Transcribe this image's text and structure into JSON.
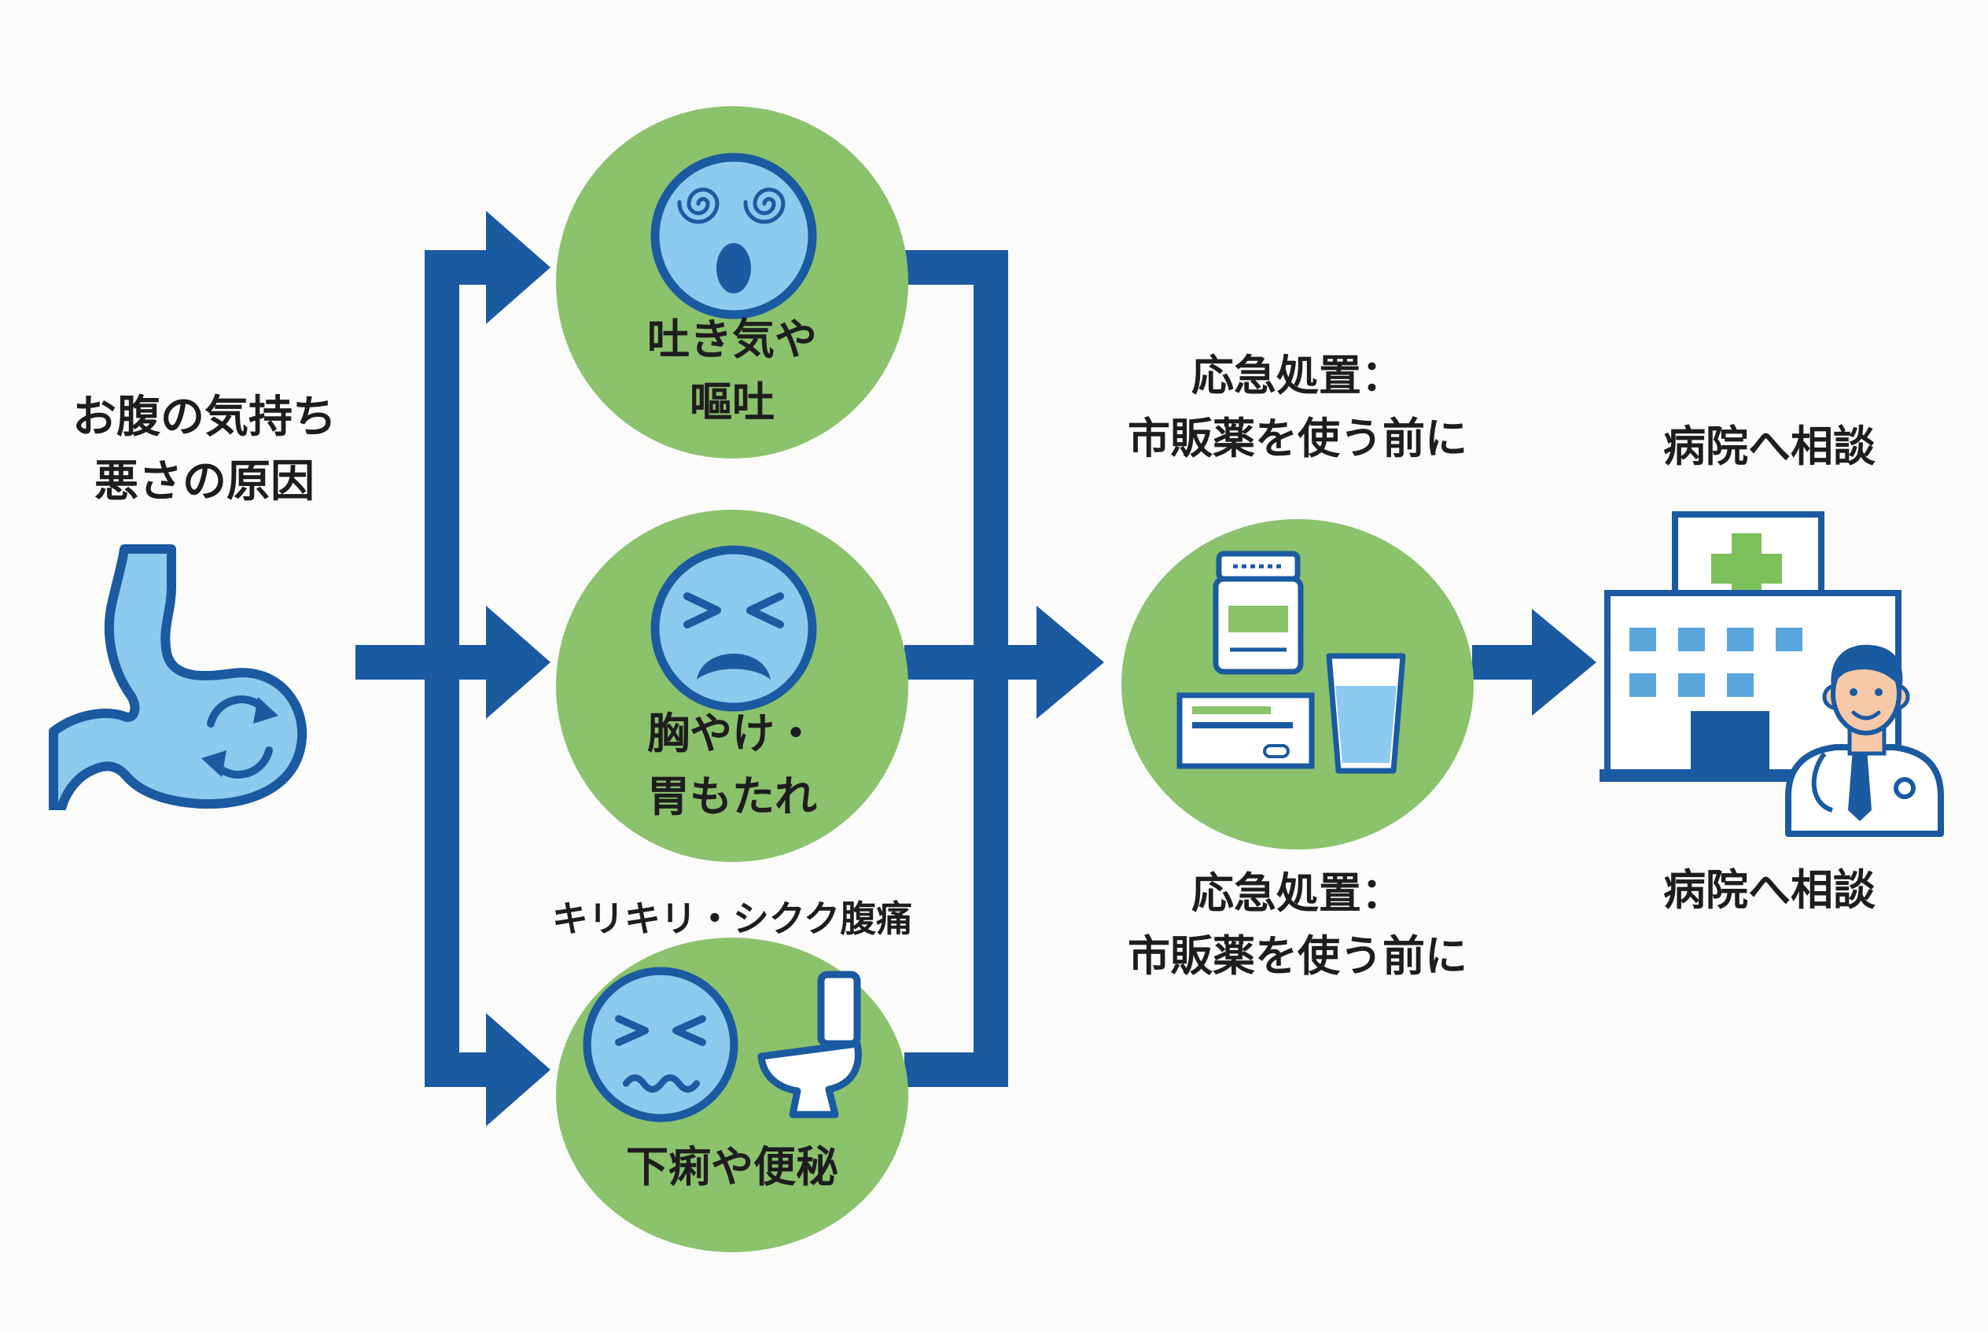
{
  "cause": {
    "line1": "お腹の気持ち",
    "line2": "悪さの原因",
    "icon": "stomach-icon"
  },
  "symptoms": [
    {
      "line1": "吐き気や",
      "line2": "嘔吐",
      "icon": "dizzy-face-icon"
    },
    {
      "line1": "胸やけ・",
      "line2": "胃もたれ",
      "icon": "squinting-face-icon"
    },
    {
      "caption": "キリキリ・シクク腹痛",
      "label": "下痢や便秘",
      "icon": "toilet-icon"
    }
  ],
  "first_aid": {
    "top": {
      "line1": "応急処置：",
      "line2": "市販薬を使う前に"
    },
    "bottom": {
      "line1": "応急処置：",
      "line2": "市販薬を使う前に"
    },
    "icon": "medicine-and-water-icon"
  },
  "hospital": {
    "top_label": "病院へ相談",
    "bottom_label": "病院へ相談",
    "icon": "hospital-doctor-icon"
  },
  "colors": {
    "arrow": "#1a5aa1",
    "circle": "#8bc26c",
    "icon_blue": "#8ccbef",
    "icon_stroke": "#1a5aa1",
    "cross": "#7cc05a"
  }
}
